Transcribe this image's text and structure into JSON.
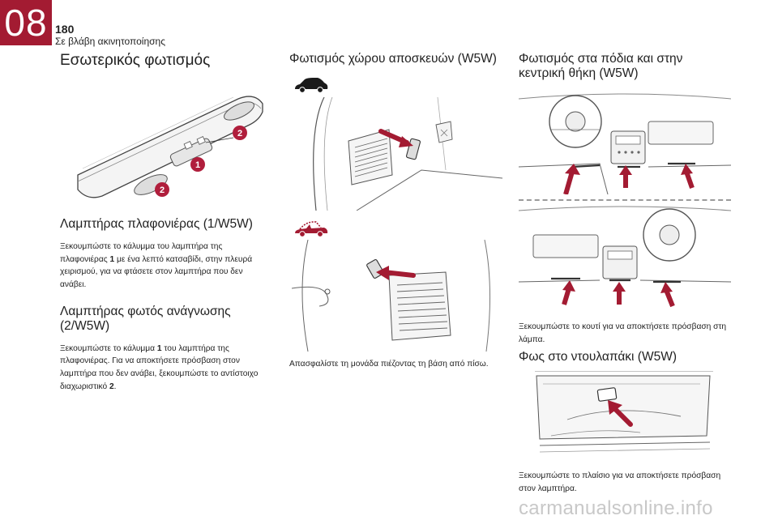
{
  "header": {
    "chapter_number": "08",
    "page_number": "180",
    "chapter_title": "Σε βλάβη ακινητοποίησης"
  },
  "colors": {
    "accent": "#a31b32",
    "marker": "#b01e3c",
    "arrow": "#a31b32"
  },
  "column1": {
    "title": "Εσωτερικός φωτισμός",
    "markers": [
      "2",
      "1",
      "2"
    ],
    "section1": {
      "heading": "Λαμπτήρας πλαφονιέρας (1/W5W)",
      "text_before": "Ξεκουμπώστε το κάλυμμα του λαμπτήρα της πλαφονιέρας ",
      "ref": "1",
      "text_after": " με ένα λεπτό κατσαβίδι, στην πλευρά χειρισμού, για να φτάσετε στον λαμπτήρα που δεν ανάβει."
    },
    "section2": {
      "heading": "Λαμπτήρας φωτός ανάγνωσης (2/W5W)",
      "text_before": "Ξεκουμπώστε το κάλυμμα ",
      "ref1": "1",
      "text_middle": " του λαμπτήρα της πλαφονιέρας. Για να αποκτήσετε πρόσβαση στον λαμπτήρα που δεν ανάβει, ξεκουμπώστε το αντίστοιχο διαχωριστικό ",
      "ref2": "2",
      "text_after": "."
    }
  },
  "column2": {
    "heading": "Φωτισμός χώρου αποσκευών (W5W)",
    "icons": [
      "sedan-car-icon",
      "convertible-car-icon"
    ],
    "text": "Απασφαλίστε τη μονάδα πιέζοντας τη βάση από πίσω."
  },
  "column3": {
    "heading": "Φωτισμός στα πόδια και στην κεντρική θήκη (W5W)",
    "text": "Ξεκουμπώστε το κουτί για να αποκτήσετε πρόσβαση στη λάμπα.",
    "section2": {
      "heading": "Φως στο ντουλαπάκι (W5W)",
      "text": "Ξεκουμπώστε το πλαίσιο για να αποκτήσετε πρόσβαση στον λαμπτήρα."
    }
  },
  "footer": {
    "watermark": "carmanualsonline.info"
  }
}
